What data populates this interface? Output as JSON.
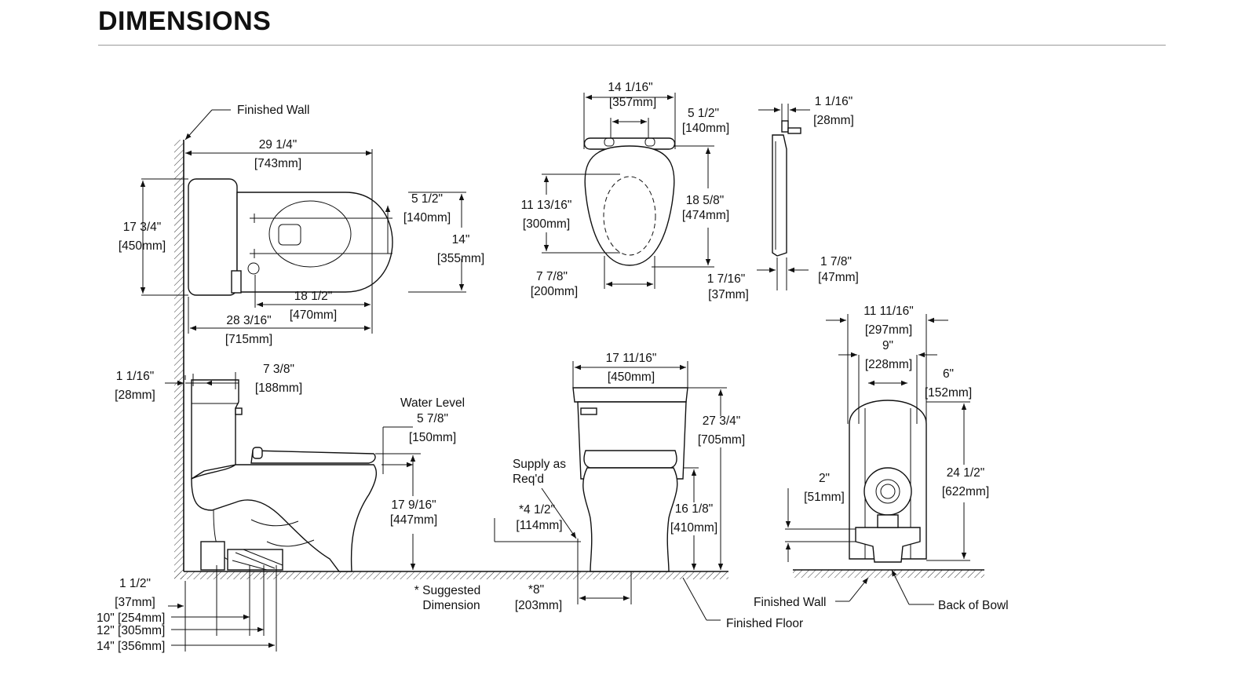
{
  "page": {
    "title": "DIMENSIONS"
  },
  "callouts": {
    "finished_wall_top": "Finished Wall",
    "water_level": "Water Level",
    "supply": "Supply as",
    "supply2": "Req'd",
    "suggested": "* Suggested",
    "suggested2": "Dimension",
    "finished_floor": "Finished Floor",
    "finished_wall_rear": "Finished Wall",
    "back_of_bowl": "Back of Bowl"
  },
  "dims": {
    "d1": "29 1/4\"",
    "d1m": "[743mm]",
    "d2": "17 3/4\"",
    "d2m": "[450mm]",
    "d3": "5 1/2\"",
    "d3m": "[140mm]",
    "d4": "14\"",
    "d4m": "[355mm]",
    "d5": "18 1/2\"",
    "d5m": "[470mm]",
    "d6": "28 3/16\"",
    "d6m": "[715mm]",
    "d7": "14 1/16\"",
    "d7m": "[357mm]",
    "d8": "5 1/2\"",
    "d8m": "[140mm]",
    "d9": "11 13/16\"",
    "d9m": "[300mm]",
    "d10": "18 5/8\"",
    "d10m": "[474mm]",
    "d11": "7 7/8\"",
    "d11m": "[200mm]",
    "d12": "1 7/16\"",
    "d12m": "[37mm]",
    "d13": "1 1/16\"",
    "d13m": "[28mm]",
    "d14": "1 7/8\"",
    "d14m": "[47mm]",
    "d15": "1 1/16\"",
    "d15m": "[28mm]",
    "d16": "7 3/8\"",
    "d16m": "[188mm]",
    "d17": "5 7/8\"",
    "d17m": "[150mm]",
    "d18": "17 9/16\"",
    "d18m": "[447mm]",
    "d19": "1 1/2\"",
    "d19m": "[37mm]",
    "d20": "10\" [254mm]",
    "d21": "12\" [305mm]",
    "d22": "14\" [356mm]",
    "d23": "*4 1/2\"",
    "d23m": "[114mm]",
    "d24": "*8\"",
    "d24m": "[203mm]",
    "d25": "17 11/16\"",
    "d25m": "[450mm]",
    "d26": "27 3/4\"",
    "d26m": "[705mm]",
    "d27": "16 1/8\"",
    "d27m": "[410mm]",
    "d28": "11 11/16\"",
    "d28m": "[297mm]",
    "d29": "9\"",
    "d29m": "[228mm]",
    "d30": "6\"",
    "d30m": "[152mm]",
    "d31": "2\"",
    "d31m": "[51mm]",
    "d32": "24 1/2\"",
    "d32m": "[622mm]"
  }
}
